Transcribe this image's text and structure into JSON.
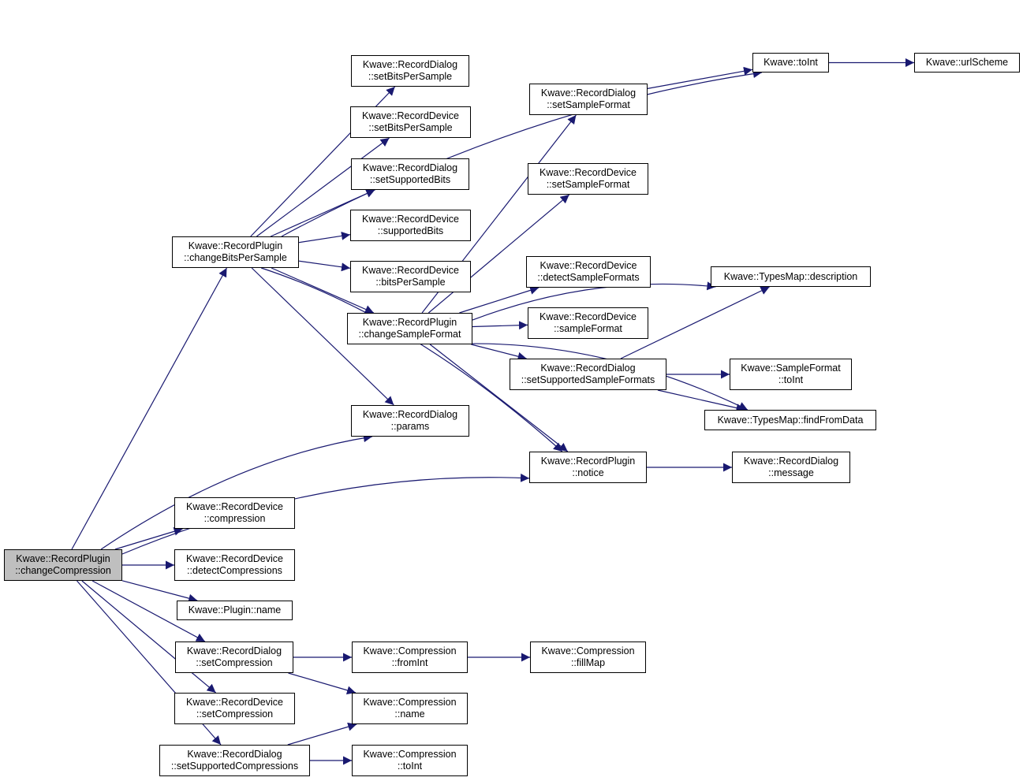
{
  "colors": {
    "edge": "#191970",
    "node_border": "#000000",
    "node_fill": "#ffffff",
    "root_fill": "#bfbfbf"
  },
  "nodes": [
    {
      "id": "n_changeCompression",
      "lines": [
        "Kwave::RecordPlugin",
        "::changeCompression"
      ],
      "root": true
    },
    {
      "id": "n_changeBitsPerSample",
      "lines": [
        "Kwave::RecordPlugin",
        "::changeBitsPerSample"
      ]
    },
    {
      "id": "n_dlg_setBitsPerSample",
      "lines": [
        "Kwave::RecordDialog",
        "::setBitsPerSample"
      ]
    },
    {
      "id": "n_dev_setBitsPerSample",
      "lines": [
        "Kwave::RecordDevice",
        "::setBitsPerSample"
      ]
    },
    {
      "id": "n_dlg_setSupportedBits",
      "lines": [
        "Kwave::RecordDialog",
        "::setSupportedBits"
      ]
    },
    {
      "id": "n_dev_supportedBits",
      "lines": [
        "Kwave::RecordDevice",
        "::supportedBits"
      ]
    },
    {
      "id": "n_dev_bitsPerSample",
      "lines": [
        "Kwave::RecordDevice",
        "::bitsPerSample"
      ]
    },
    {
      "id": "n_changeSampleFormat",
      "lines": [
        "Kwave::RecordPlugin",
        "::changeSampleFormat"
      ]
    },
    {
      "id": "n_dlg_params",
      "lines": [
        "Kwave::RecordDialog",
        "::params"
      ]
    },
    {
      "id": "n_toInt",
      "lines": [
        "Kwave::toInt"
      ]
    },
    {
      "id": "n_urlScheme",
      "lines": [
        "Kwave::urlScheme"
      ]
    },
    {
      "id": "n_dlg_setSampleFormat",
      "lines": [
        "Kwave::RecordDialog",
        "::setSampleFormat"
      ]
    },
    {
      "id": "n_dev_setSampleFormat",
      "lines": [
        "Kwave::RecordDevice",
        "::setSampleFormat"
      ]
    },
    {
      "id": "n_dev_detectSampleFormats",
      "lines": [
        "Kwave::RecordDevice",
        "::detectSampleFormats"
      ]
    },
    {
      "id": "n_dev_sampleFormat",
      "lines": [
        "Kwave::RecordDevice",
        "::sampleFormat"
      ]
    },
    {
      "id": "n_dlg_setSupportedSampleFormats",
      "lines": [
        "Kwave::RecordDialog",
        "::setSupportedSampleFormats"
      ]
    },
    {
      "id": "n_typesmap_description",
      "lines": [
        "Kwave::TypesMap::description"
      ]
    },
    {
      "id": "n_sampleformat_toInt",
      "lines": [
        "Kwave::SampleFormat",
        "::toInt"
      ]
    },
    {
      "id": "n_typesmap_findFromData",
      "lines": [
        "Kwave::TypesMap::findFromData"
      ]
    },
    {
      "id": "n_notice",
      "lines": [
        "Kwave::RecordPlugin",
        "::notice"
      ]
    },
    {
      "id": "n_dlg_message",
      "lines": [
        "Kwave::RecordDialog",
        "::message"
      ]
    },
    {
      "id": "n_dev_compression",
      "lines": [
        "Kwave::RecordDevice",
        "::compression"
      ]
    },
    {
      "id": "n_dev_detectCompressions",
      "lines": [
        "Kwave::RecordDevice",
        "::detectCompressions"
      ]
    },
    {
      "id": "n_plugin_name",
      "lines": [
        "Kwave::Plugin::name"
      ]
    },
    {
      "id": "n_dlg_setCompression",
      "lines": [
        "Kwave::RecordDialog",
        "::setCompression"
      ]
    },
    {
      "id": "n_comp_fromInt",
      "lines": [
        "Kwave::Compression",
        "::fromInt"
      ]
    },
    {
      "id": "n_comp_fillMap",
      "lines": [
        "Kwave::Compression",
        "::fillMap"
      ]
    },
    {
      "id": "n_dev_setCompression",
      "lines": [
        "Kwave::RecordDevice",
        "::setCompression"
      ]
    },
    {
      "id": "n_comp_name",
      "lines": [
        "Kwave::Compression",
        "::name"
      ]
    },
    {
      "id": "n_dlg_setSupportedCompressions",
      "lines": [
        "Kwave::RecordDialog",
        "::setSupportedCompressions"
      ]
    },
    {
      "id": "n_comp_toInt",
      "lines": [
        "Kwave::Compression",
        "::toInt"
      ]
    }
  ],
  "edges": [
    [
      "n_changeCompression",
      "n_changeBitsPerSample"
    ],
    [
      "n_changeCompression",
      "n_dlg_params"
    ],
    [
      "n_changeCompression",
      "n_notice"
    ],
    [
      "n_changeCompression",
      "n_dev_compression"
    ],
    [
      "n_changeCompression",
      "n_dev_detectCompressions"
    ],
    [
      "n_changeCompression",
      "n_plugin_name"
    ],
    [
      "n_changeCompression",
      "n_dlg_setCompression"
    ],
    [
      "n_changeCompression",
      "n_dev_setCompression"
    ],
    [
      "n_changeCompression",
      "n_dlg_setSupportedCompressions"
    ],
    [
      "n_changeBitsPerSample",
      "n_toInt"
    ],
    [
      "n_changeBitsPerSample",
      "n_dlg_setBitsPerSample"
    ],
    [
      "n_changeBitsPerSample",
      "n_dev_setBitsPerSample"
    ],
    [
      "n_changeBitsPerSample",
      "n_dlg_setSupportedBits"
    ],
    [
      "n_changeBitsPerSample",
      "n_dev_supportedBits"
    ],
    [
      "n_changeBitsPerSample",
      "n_dev_bitsPerSample"
    ],
    [
      "n_changeBitsPerSample",
      "n_changeSampleFormat"
    ],
    [
      "n_changeBitsPerSample",
      "n_dlg_params"
    ],
    [
      "n_changeBitsPerSample",
      "n_notice"
    ],
    [
      "n_changeSampleFormat",
      "n_dlg_setSampleFormat"
    ],
    [
      "n_changeSampleFormat",
      "n_dev_setSampleFormat"
    ],
    [
      "n_changeSampleFormat",
      "n_typesmap_description"
    ],
    [
      "n_changeSampleFormat",
      "n_dev_detectSampleFormats"
    ],
    [
      "n_changeSampleFormat",
      "n_dev_sampleFormat"
    ],
    [
      "n_changeSampleFormat",
      "n_dlg_setSupportedSampleFormats"
    ],
    [
      "n_changeSampleFormat",
      "n_typesmap_findFromData"
    ],
    [
      "n_changeSampleFormat",
      "n_notice"
    ],
    [
      "n_dlg_setSampleFormat",
      "n_toInt"
    ],
    [
      "n_toInt",
      "n_urlScheme"
    ],
    [
      "n_dlg_setSupportedSampleFormats",
      "n_typesmap_description"
    ],
    [
      "n_dlg_setSupportedSampleFormats",
      "n_sampleformat_toInt"
    ],
    [
      "n_dlg_setSupportedSampleFormats",
      "n_typesmap_findFromData"
    ],
    [
      "n_notice",
      "n_dlg_message"
    ],
    [
      "n_dlg_setCompression",
      "n_comp_fromInt"
    ],
    [
      "n_dlg_setCompression",
      "n_comp_name"
    ],
    [
      "n_comp_fromInt",
      "n_comp_fillMap"
    ],
    [
      "n_dlg_setSupportedCompressions",
      "n_comp_name"
    ],
    [
      "n_dlg_setSupportedCompressions",
      "n_comp_toInt"
    ]
  ]
}
